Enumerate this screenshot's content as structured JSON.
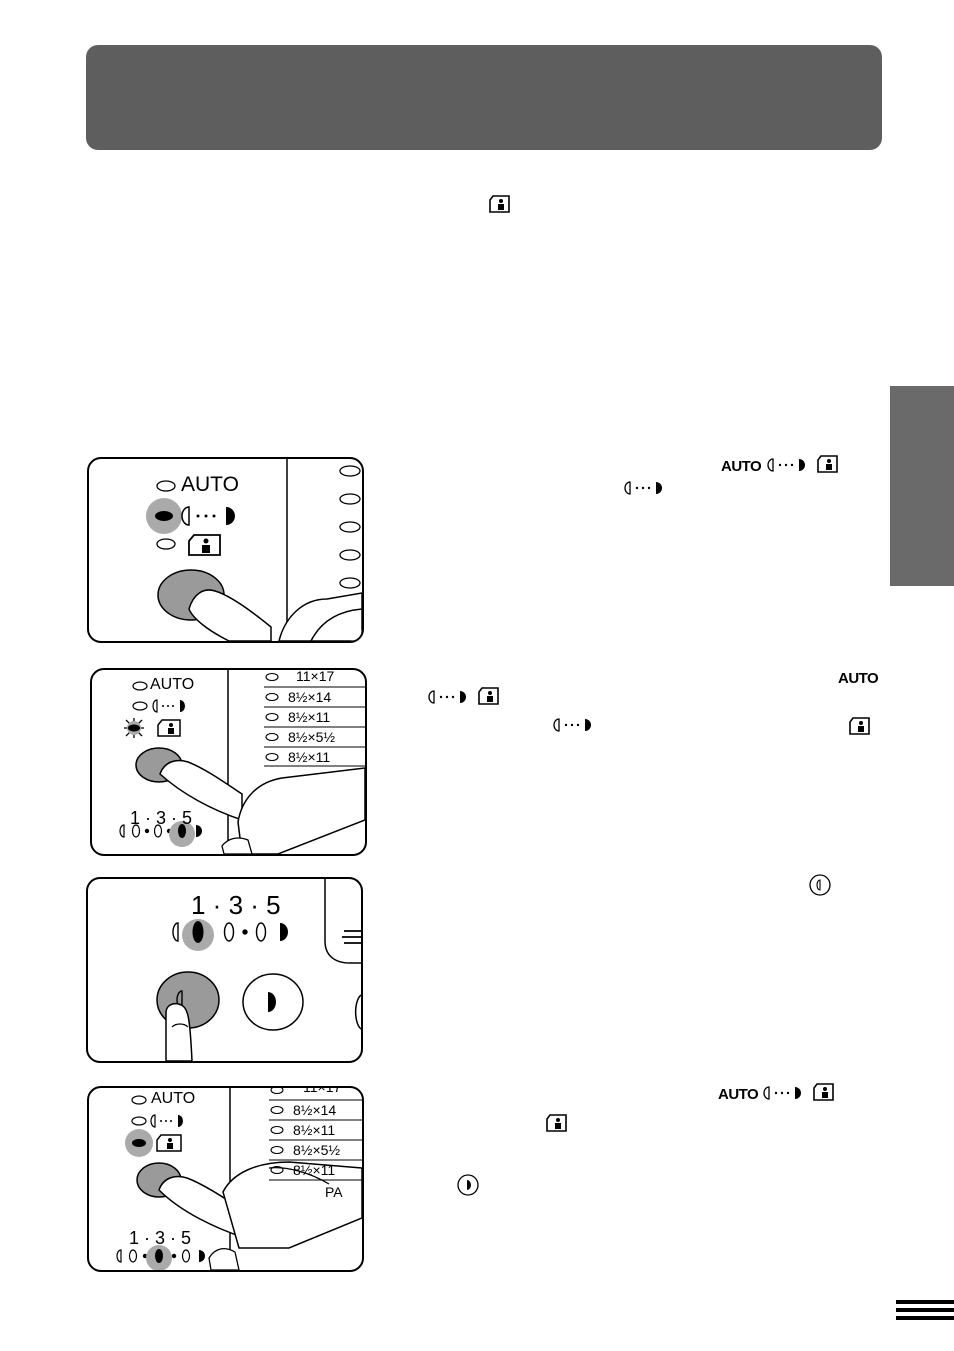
{
  "labels": {
    "auto": "AUTO",
    "exposure_scale": "1 · 3 · 5"
  },
  "paper_sizes": [
    "11×17",
    "8½×14",
    "8½×11",
    "8½×5½",
    "8½×11",
    "PA"
  ],
  "steps": [
    {
      "auto_label": "AUTO"
    },
    {
      "auto_label": "AUTO"
    },
    {},
    {
      "auto_label": "AUTO"
    }
  ],
  "icons": [
    "photo-mode-icon",
    "manual-exposure-icon",
    "lighter-icon",
    "darker-icon"
  ],
  "colors": {
    "header": "#5e5e5e",
    "side_tab": "#6a6a6a",
    "button_gray": "#9a9a9a",
    "lamp_gray": "#aaaaaa"
  }
}
